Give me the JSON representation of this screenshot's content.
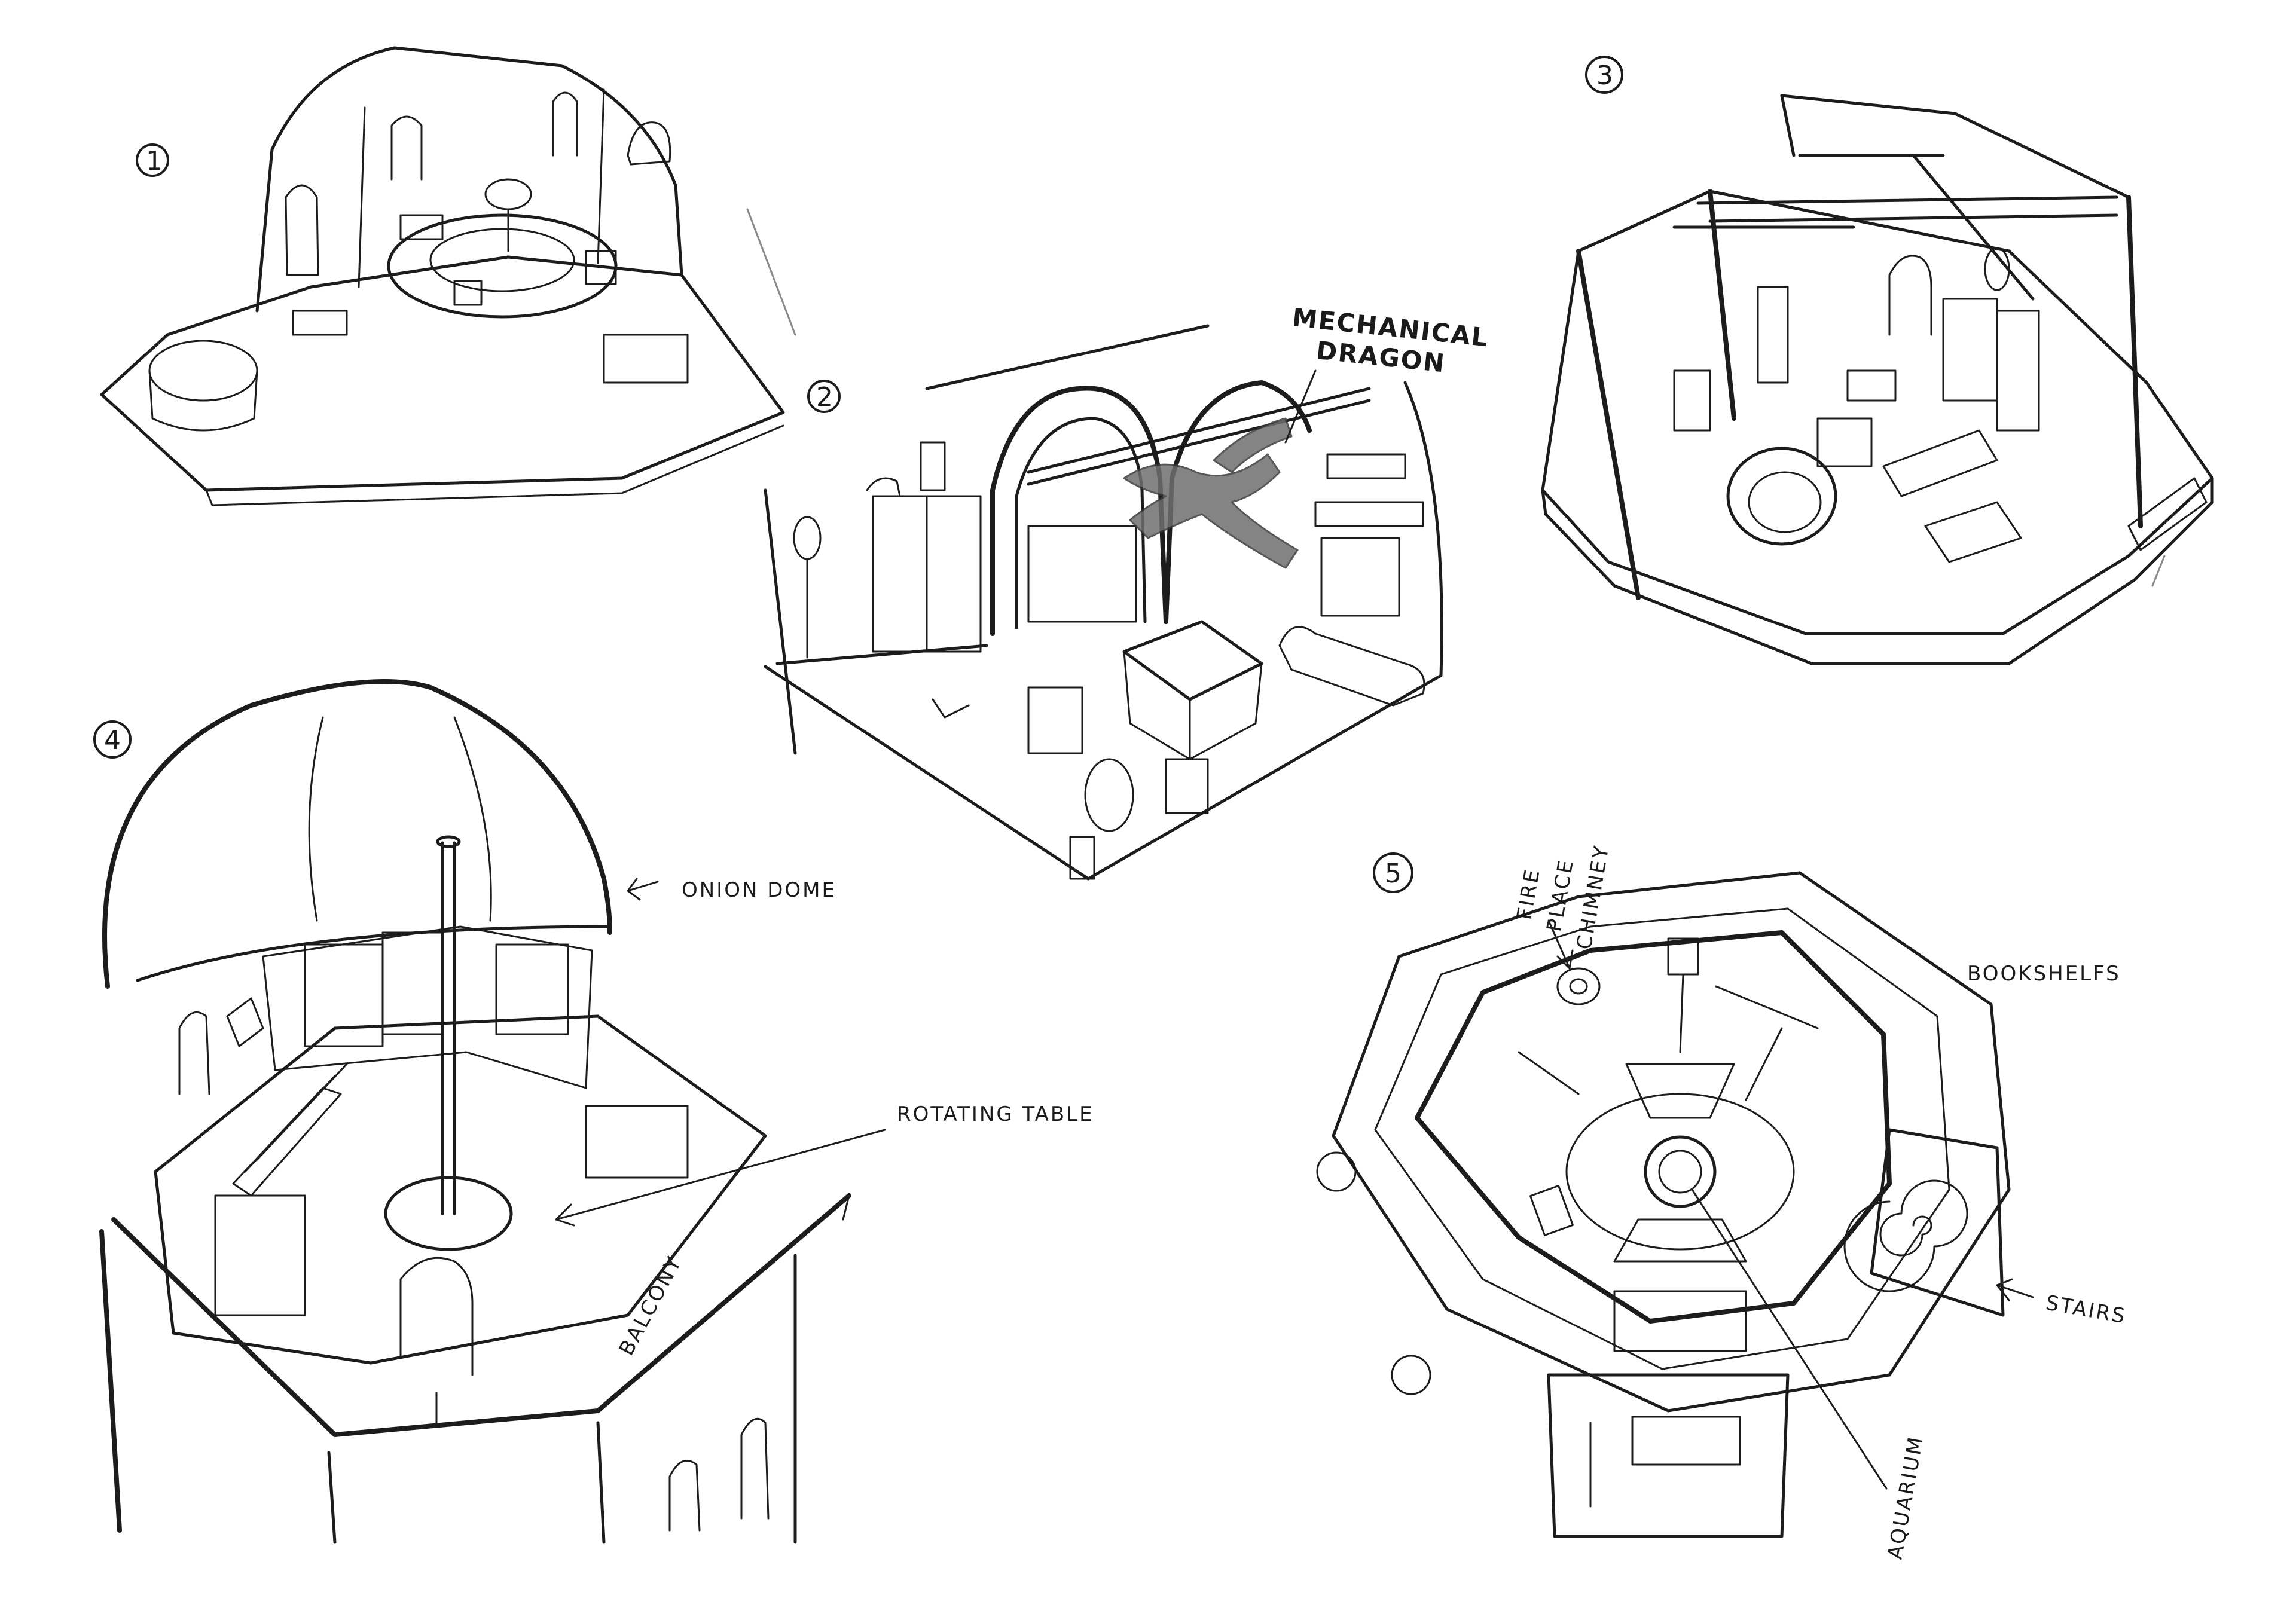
{
  "sketch_numbers": [
    "1",
    "2",
    "3",
    "4",
    "5"
  ],
  "labels": {
    "mechanical_dragon_line1": "MECHANICAL",
    "mechanical_dragon_line2": "DRAGON",
    "onion_dome": "ONION DOME",
    "rotating_table": "ROTATING TABLE",
    "balcony": "BALCONY",
    "fire_place_line1": "FIRE",
    "fire_place_line2": "PLACE",
    "fire_place_line3": "CHIMNEY",
    "bookshelfs": "BOOKSHELFS",
    "stairs": "STAIRS",
    "aquarium": "AQUARIUM"
  },
  "colors": {
    "ink": "#1c1c1c",
    "paper": "#ffffff",
    "dragon_shade": "#6f6f6f"
  }
}
